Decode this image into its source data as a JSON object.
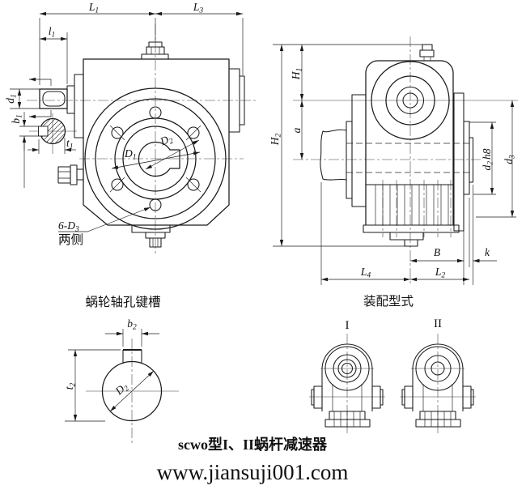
{
  "front_view": {
    "dims": {
      "L1": {
        "base": "L",
        "sub": "1"
      },
      "L3": {
        "base": "L",
        "sub": "3"
      },
      "l1": {
        "base": "l",
        "sub": "1"
      },
      "d1": {
        "base": "d",
        "sub": "1"
      },
      "b1": {
        "base": "b",
        "sub": "1"
      },
      "t1": {
        "base": "t",
        "sub": "1"
      },
      "D1": {
        "base": "D",
        "sub": "1"
      },
      "D2": {
        "base": "D",
        "sub": "2"
      },
      "bolt_note": {
        "text": "6-D",
        "sub": "3",
        "line2": "两侧"
      }
    }
  },
  "side_view": {
    "dims": {
      "H2": {
        "base": "H",
        "sub": "2"
      },
      "H1": {
        "base": "H",
        "sub": "1"
      },
      "a": {
        "base": "a"
      },
      "d2h8": {
        "base": "d",
        "sub": "2",
        "suffix": "h8"
      },
      "d3": {
        "base": "d",
        "sub": "3"
      },
      "B": {
        "base": "B"
      },
      "k": {
        "base": "k"
      },
      "L4": {
        "base": "L",
        "sub": "4"
      },
      "L2": {
        "base": "L",
        "sub": "2"
      }
    }
  },
  "keyway_detail": {
    "caption": "蜗轮轴孔键槽",
    "dims": {
      "b2": {
        "base": "b",
        "sub": "2"
      },
      "t2": {
        "base": "t",
        "sub": "2"
      },
      "D2": {
        "base": "D",
        "sub": "2"
      }
    }
  },
  "assembly": {
    "caption": "装配型式",
    "type1": "I",
    "type2": "II"
  },
  "footer": {
    "title": "scwo型I、II蜗杆减速器",
    "watermark": "www.jiansuji001.com"
  },
  "colors": {
    "line": "#1a1a1a",
    "watermark": "#c3a1e6",
    "background": "#ffffff"
  }
}
